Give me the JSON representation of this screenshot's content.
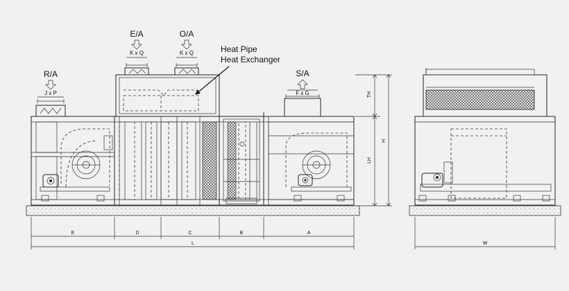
{
  "ports": {
    "ea": "E/A",
    "oa": "O/A",
    "ra": "R/A",
    "sa": "S/A"
  },
  "port_dims": {
    "ea": "K x Q",
    "oa": "K x Q",
    "ra": "J x P",
    "sa": "F x G"
  },
  "callout": {
    "line1": "Heat Pipe",
    "line2": "Heat Exchanger"
  },
  "dimensions": {
    "sections": [
      "E",
      "D",
      "C",
      "B",
      "A"
    ],
    "length": "L",
    "width": "W",
    "height": "H",
    "top_height": "TH",
    "lower_height": "LH"
  },
  "colors": {
    "line": "#222222",
    "background": "#f1f1f1"
  }
}
